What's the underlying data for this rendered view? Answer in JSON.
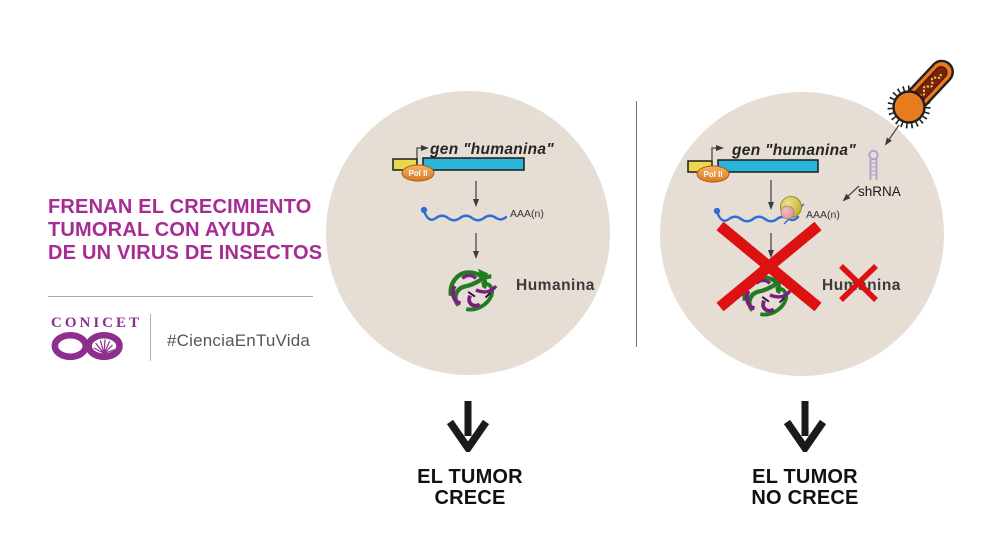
{
  "headline": {
    "line1": "FRENAN EL CRECIMIENTO",
    "line2": "TUMORAL CON AYUDA",
    "line3": "DE UN VIRUS DE INSECTOS"
  },
  "brand": {
    "wordmark": "CONICET",
    "hashtag": "#CienciaEnTuVida"
  },
  "diagram_left": {
    "gene_label": "gen \"humanina\"",
    "polymerase_label": "Pol II",
    "mrna_tail_label": "AAA(n)",
    "protein_label": "Humanina",
    "caption": {
      "line1": "EL TUMOR",
      "line2": "CRECE"
    }
  },
  "diagram_right": {
    "gene_label": "gen \"humanina\"",
    "polymerase_label": "Pol II",
    "mrna_tail_label": "AAA(n)",
    "shrna_label": "shRNA",
    "protein_label": "Humanina",
    "caption": {
      "line1": "EL TUMOR",
      "line2": "NO CRECE"
    }
  },
  "icons": {
    "virus": "insect-virus-baculovirus-icon",
    "shrna": "shrna-hairpin-icon",
    "protein": "protein-ribbon-icon",
    "logo": "conicet-infinity-logo"
  },
  "colors": {
    "headline_magenta": "#a62c94",
    "brand_purple": "#8e2f8e",
    "hashtag_gray": "#55565a",
    "cell_beige": "#e6ddd4",
    "gene_cyan": "#29b5d9",
    "promoter_yellow": "#ead74e",
    "polymerase_orange": "#e8912f",
    "mrna_blue": "#2e6fd6",
    "cross_red": "#dd1111",
    "shrna_lavender": "#a9a2cd",
    "virus_orange": "#e87b1e",
    "virus_core_maroon": "#7a1f10",
    "virus_dna_green": "#cddc39",
    "caption_black": "#111111"
  }
}
